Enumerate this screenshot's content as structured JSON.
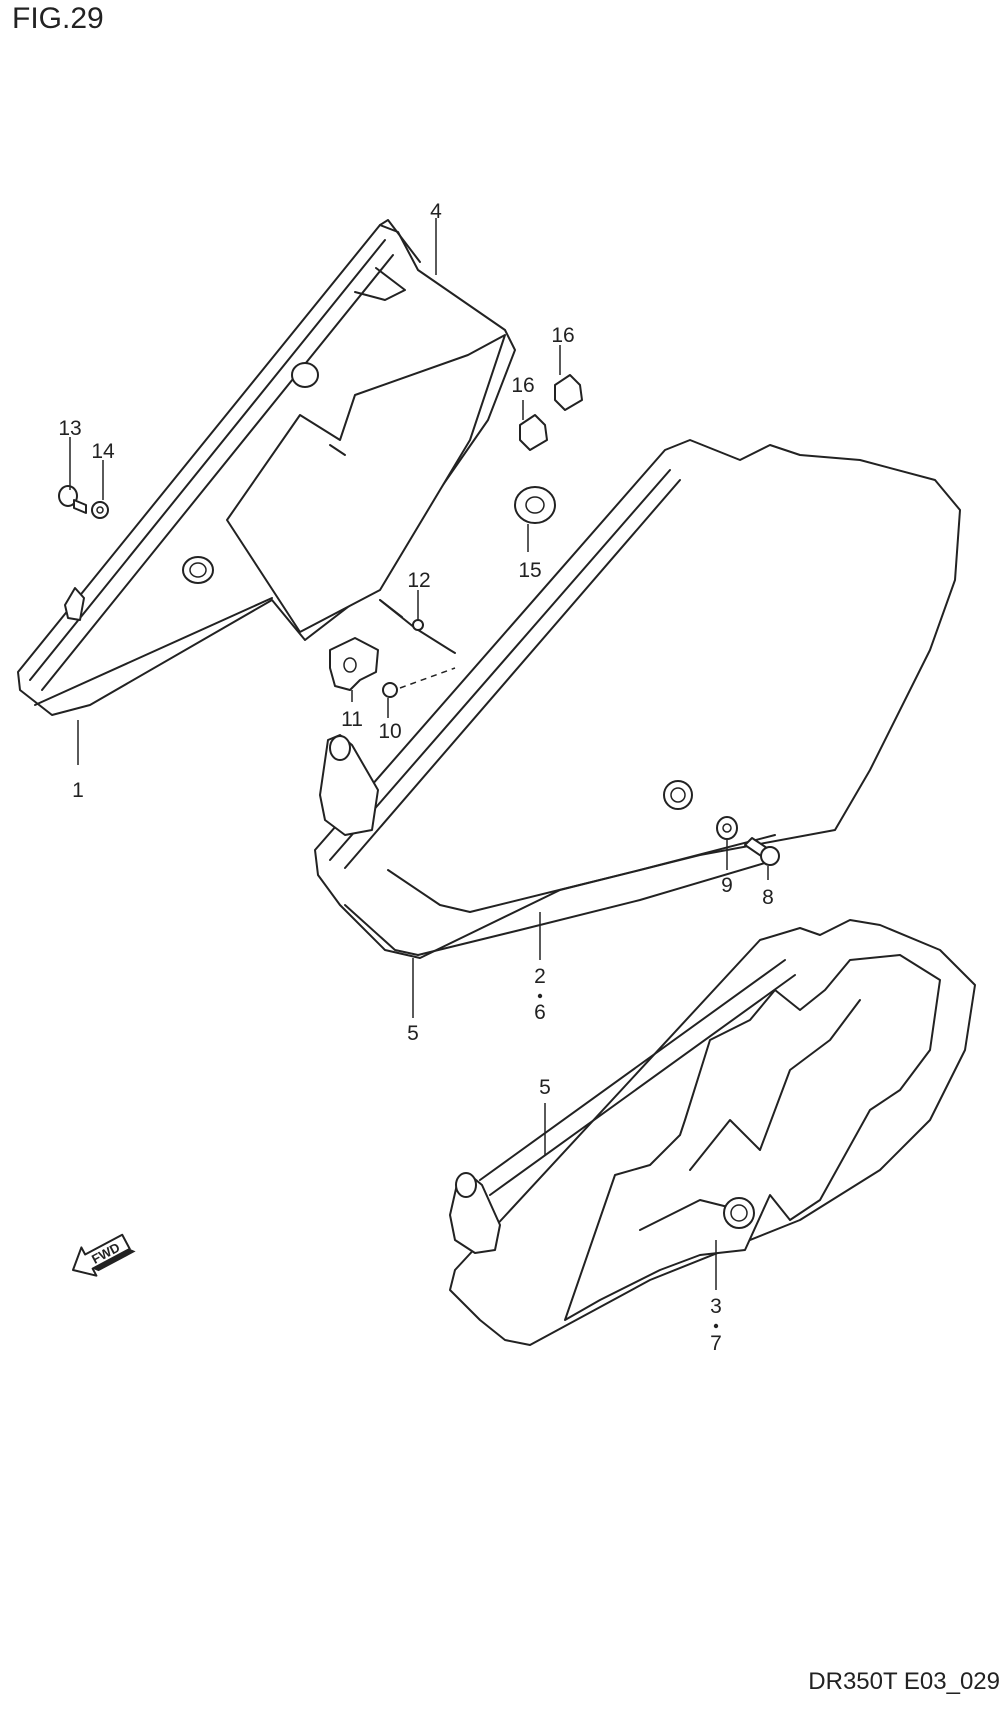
{
  "figure": {
    "title": "FIG.29",
    "code": "DR350T E03_029"
  },
  "callouts": {
    "c1": "1",
    "c2_6": [
      "2",
      "6"
    ],
    "c3_7": [
      "3",
      "7"
    ],
    "c4": "4",
    "c5a": "5",
    "c5b": "5",
    "c8": "8",
    "c9": "9",
    "c10": "10",
    "c11": "11",
    "c12": "12",
    "c13": "13",
    "c14": "14",
    "c15": "15",
    "c16a": "16",
    "c16b": "16"
  },
  "direction": {
    "label": "FWD"
  }
}
